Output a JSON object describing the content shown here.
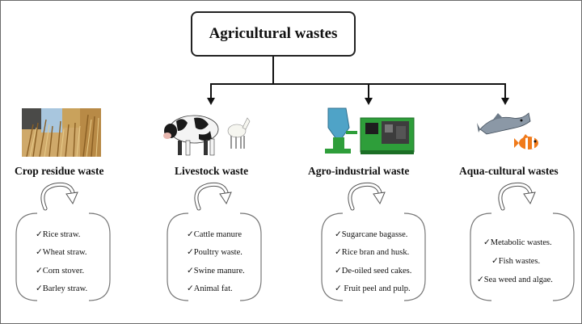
{
  "root": {
    "title": "Agricultural wastes"
  },
  "categories": [
    {
      "title": "Crop residue waste",
      "image_icon": "wheat-straw-photos",
      "items": [
        "✓Rice straw.",
        "✓Wheat straw.",
        "✓Corn stover.",
        "✓Barley straw."
      ]
    },
    {
      "title": "Livestock waste",
      "image_icon": "cow-and-goat-photos",
      "items": [
        "✓Cattle manure",
        "✓Poultry waste.",
        "✓Swine manure.",
        "✓Animal fat."
      ]
    },
    {
      "title": "Agro-industrial waste",
      "image_icon": "industrial-machinery-photos",
      "items": [
        "✓Sugarcane bagasse.",
        "✓Rice bran and husk.",
        "✓De-oiled seed cakes.",
        "✓ Fruit peel and pulp."
      ]
    },
    {
      "title": "Aqua-cultural wastes",
      "image_icon": "fish-photos",
      "items": [
        "✓Metabolic wastes.",
        "✓Fish wastes.",
        "✓Sea weed and algae."
      ]
    }
  ],
  "colors": {
    "line": "#111111",
    "frame": "#6b6b6b",
    "machine_green": "#2e9e3a",
    "machine_blue": "#4fa3c7",
    "fish_orange": "#f07a1a"
  }
}
